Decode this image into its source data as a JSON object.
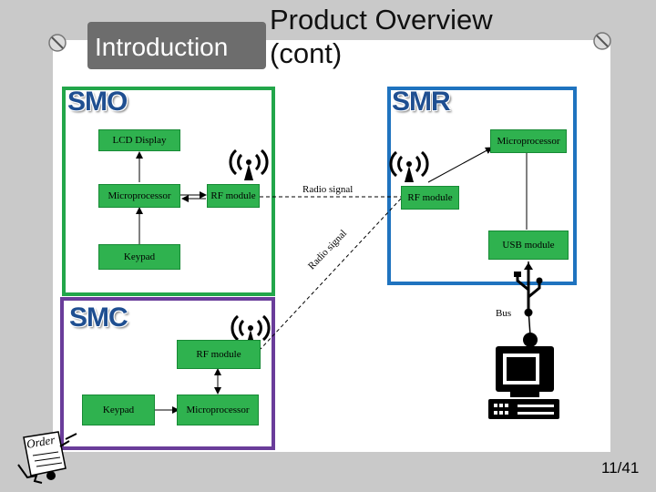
{
  "title": {
    "intro": "Introduction",
    "main": "Product Overview",
    "cont": "(cont)"
  },
  "sections": {
    "smo": "SMO",
    "smr": "SMR",
    "smc": "SMC"
  },
  "smo": {
    "lcd_display": "LCD Display",
    "microprocessor": "Microprocessor",
    "rf_module": "RF module",
    "keypad": "Keypad"
  },
  "smr": {
    "microprocessor": "Microprocessor",
    "rf_module": "RF module",
    "usb_module": "USB module"
  },
  "smc": {
    "rf_module": "RF module",
    "keypad": "Keypad",
    "microprocessor": "Microprocessor"
  },
  "links": {
    "radio_signal_top": "Radio signal",
    "radio_signal_diag": "Radio signal",
    "bus": "Bus"
  },
  "icons": {
    "antenna": "antenna-icon",
    "computer": "computer-icon",
    "usb": "usb-icon",
    "order": "order-clipart-icon",
    "pin": "pushpin-icon"
  },
  "colors": {
    "smo_border": "#22a64a",
    "smr_border": "#1f73bf",
    "smc_border": "#6a3d9a",
    "box_fill": "#2fb24f",
    "label_blue": "#1f4f91"
  },
  "page_number": "11/41"
}
